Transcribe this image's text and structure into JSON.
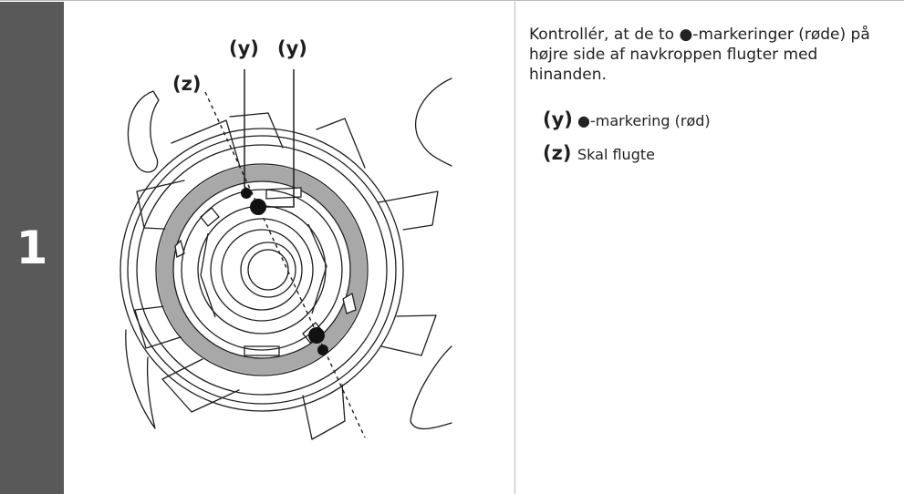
{
  "step": {
    "number": "1"
  },
  "figure": {
    "callouts": {
      "y_left": "(y)",
      "y_right": "(y)",
      "z": "(z)"
    }
  },
  "instruction": {
    "text": "Kontrollér, at de to ●-markeringer (røde) på højre side af navkroppen flugter med hinanden."
  },
  "legend": [
    {
      "key": "(y)",
      "description": "●-markering (rød)"
    },
    {
      "key": "(z)",
      "description": "Skal flugte"
    }
  ],
  "colors": {
    "step_bar": "#595959",
    "marking_band": "#a8a8a8",
    "line_art": "#1e1e1e"
  }
}
